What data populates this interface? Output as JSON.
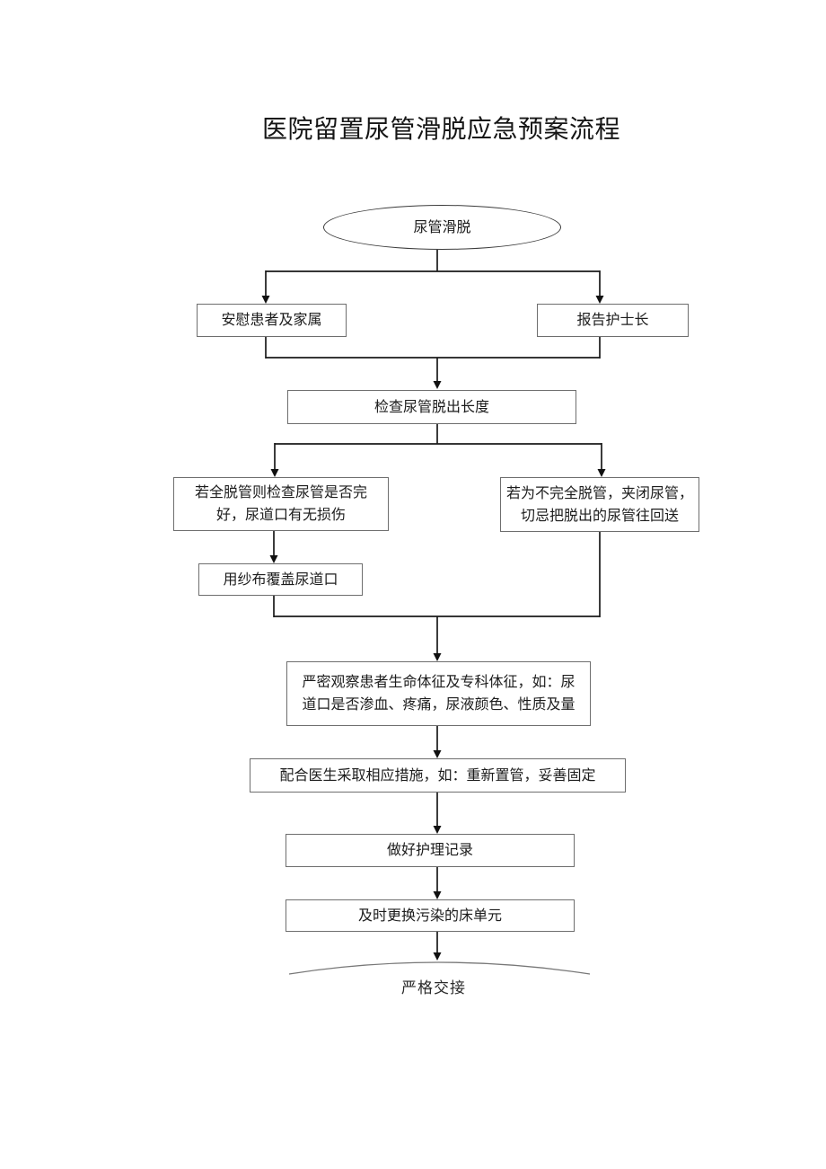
{
  "document": {
    "title": "医院留置尿管滑脱应急预案流程"
  },
  "flowchart": {
    "start": "尿管滑脱",
    "steps": {
      "comfort": "安慰患者及家属",
      "report": "报告护士长",
      "check_length": "检查尿管脱出长度",
      "full_detachment": "若全脱管则检查尿管是否完\n好，尿道口有无损伤",
      "partial_detachment": "若为不完全脱管，夹闭尿管，\n切忌把脱出的尿管往回送",
      "cover_gauze": "用纱布覆盖尿道口",
      "observe": "严密观察患者生命体征及专科体征，如：尿\n道口是否渗血、疼痛，尿液颜色、性质及量",
      "cooperate": "配合医生采取相应措施，如：重新置管，妥善固定",
      "record": "做好护理记录",
      "change_bed": "及时更换污染的床单元",
      "handover": "严格交接"
    }
  },
  "colors": {
    "background": "#ffffff",
    "connector_line": "#1a1a1a",
    "box_border": "#6e6e6e",
    "arc_line": "#777777",
    "text": "#1c1c1c"
  }
}
